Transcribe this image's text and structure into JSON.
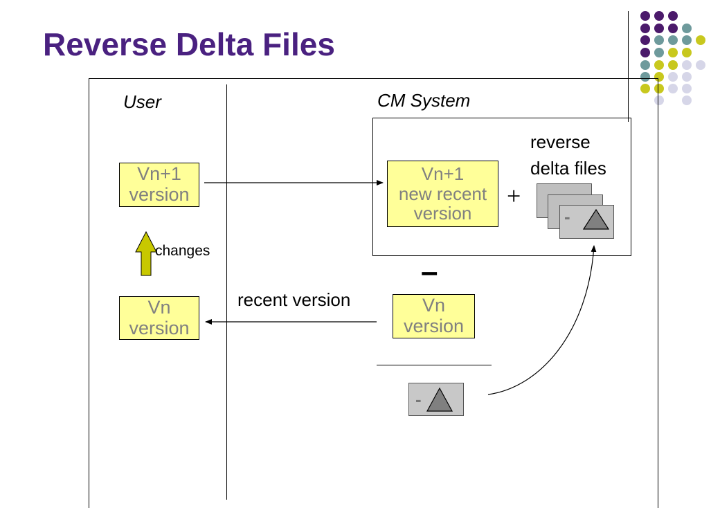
{
  "title": "Reverse Delta Files",
  "colors": {
    "title": "#4a2180",
    "box_fill": "#ffff99",
    "box_text": "#808080",
    "dot_purple": "#4b1a6b",
    "dot_teal": "#6e9a9c",
    "dot_olive": "#c8c81e",
    "dot_lavender": "#d6d6e8",
    "arrow_fill": "#c8c800"
  },
  "diagram": {
    "user_label": "User",
    "cm_system_label": "CM System",
    "reverse_delta_label_line1": "reverse",
    "reverse_delta_label_line2": "delta files",
    "changes_label": "changes",
    "recent_version_label": "recent version",
    "plus_symbol": "+",
    "minus_symbol": "–",
    "delta_symbol": "-",
    "user_box_top": {
      "line1": "Vn+1",
      "line2": "version"
    },
    "user_box_bottom": {
      "line1": "Vn",
      "line2": "version"
    },
    "cm_box_top": {
      "line1": "Vn+1",
      "line2": "new recent",
      "line3": "version"
    },
    "cm_box_bottom": {
      "line1": "Vn",
      "line2": "version"
    }
  }
}
